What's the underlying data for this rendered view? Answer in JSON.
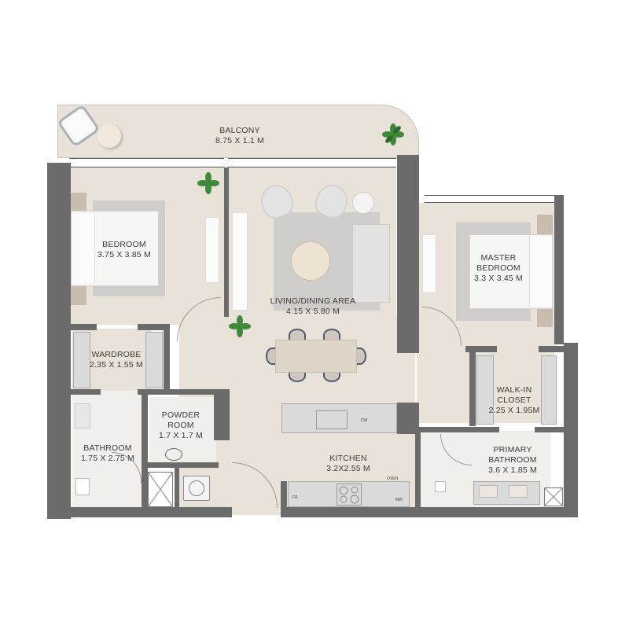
{
  "plan": {
    "type": "apartment floor plan",
    "units": "M"
  },
  "rooms": {
    "balcony": {
      "name": "BALCONY",
      "size": "8.75 X 1.1 M"
    },
    "bedroom": {
      "name": "BEDROOM",
      "size": "3.75 X 3.85 M"
    },
    "living": {
      "name": "LIVING/DINING AREA",
      "size": "4.15 X 5.80 M"
    },
    "master": {
      "name_line1": "MASTER",
      "name_line2": "BEDROOM",
      "size": "3.3 X 3.45 M"
    },
    "wardrobe": {
      "name": "WARDROBE",
      "size": "2.35 X 1.55 M"
    },
    "walkin": {
      "name_line1": "WALK-IN",
      "name_line2": "CLOSET",
      "size": "2.25 X 1.95M"
    },
    "powder": {
      "name_line1": "POWDER",
      "name_line2": "ROOM",
      "size": "1.7 X 1.7 M"
    },
    "bathroom": {
      "name": "BATHROOM",
      "size": "1.75 X 2.75 M"
    },
    "kitchen": {
      "name": "KITCHEN",
      "size": "3.2X2.55 M"
    },
    "primary_bath": {
      "name_line1": "PRIMARY",
      "name_line2": "BATHROOM",
      "size": "3.6 X 1.85 M"
    }
  },
  "appliances": {
    "dw": "DW",
    "oven": "OVEN",
    "mw": "MW",
    "fridge": "FR"
  },
  "colors": {
    "wall": "#6b6b6b",
    "floor": "#e9e2d8",
    "tile": "#f1efec",
    "rug": "#cfcdcb",
    "plant": "#3f8a3a"
  }
}
